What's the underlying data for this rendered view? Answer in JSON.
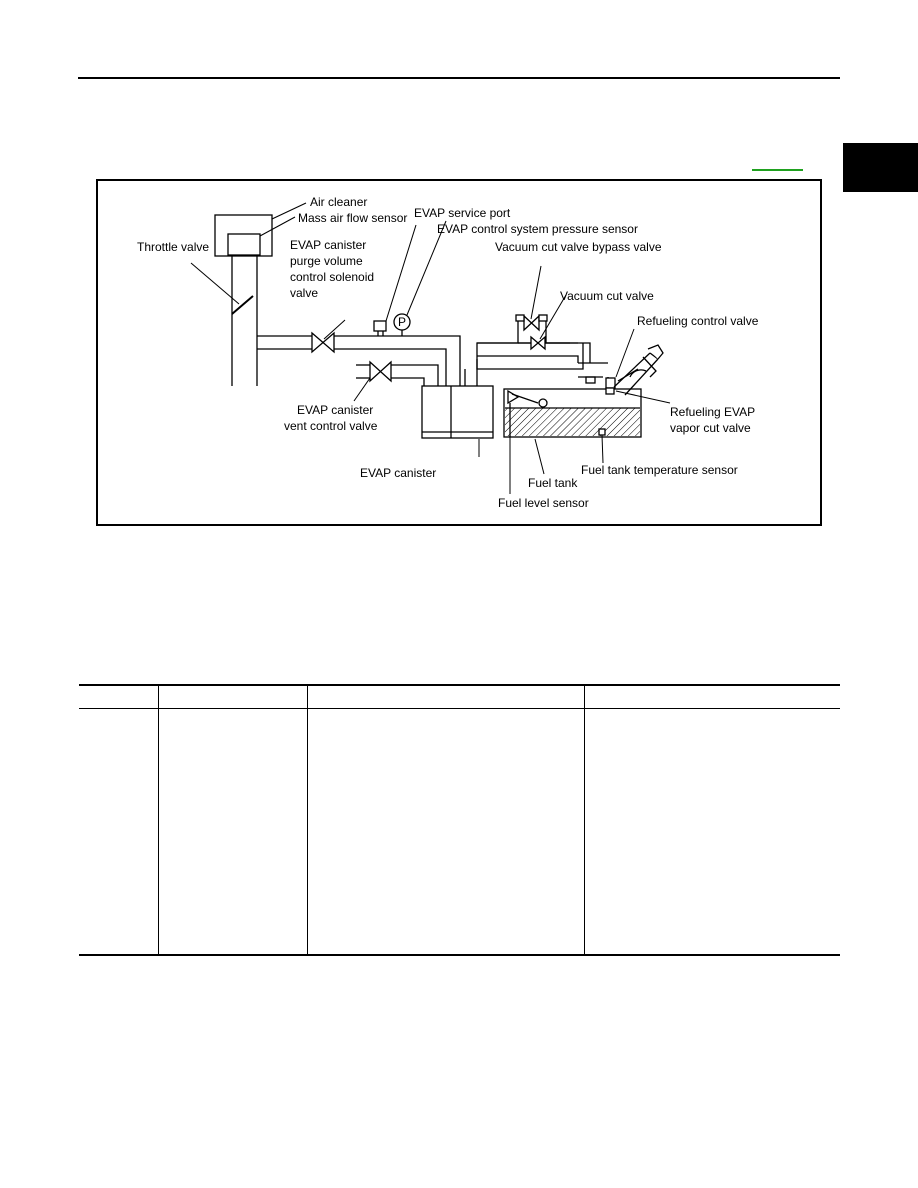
{
  "diagram": {
    "labels": {
      "air_cleaner": "Air cleaner",
      "mass_air_flow_sensor": "Mass air flow sensor",
      "throttle_valve": "Throttle valve",
      "purge_valve_line1": "EVAP canister",
      "purge_valve_line2": "purge volume",
      "purge_valve_line3": "control solenoid",
      "purge_valve_line4": "valve",
      "evap_service_port": "EVAP service port",
      "pressure_sensor": "EVAP control system pressure sensor",
      "pressure_sensor_symbol": "P",
      "vacuum_cut_bypass": "Vacuum cut valve bypass valve",
      "vacuum_cut": "Vacuum cut valve",
      "refueling_control_valve": "Refueling control valve",
      "vent_valve_line1": "EVAP canister",
      "vent_valve_line2": "vent control valve",
      "refueling_cut_line1": "Refueling EVAP",
      "refueling_cut_line2": "vapor cut valve",
      "evap_canister": "EVAP canister",
      "fuel_tank_temp_sensor": "Fuel tank temperature sensor",
      "fuel_tank": "Fuel tank",
      "fuel_level_sensor": "Fuel level sensor"
    }
  }
}
